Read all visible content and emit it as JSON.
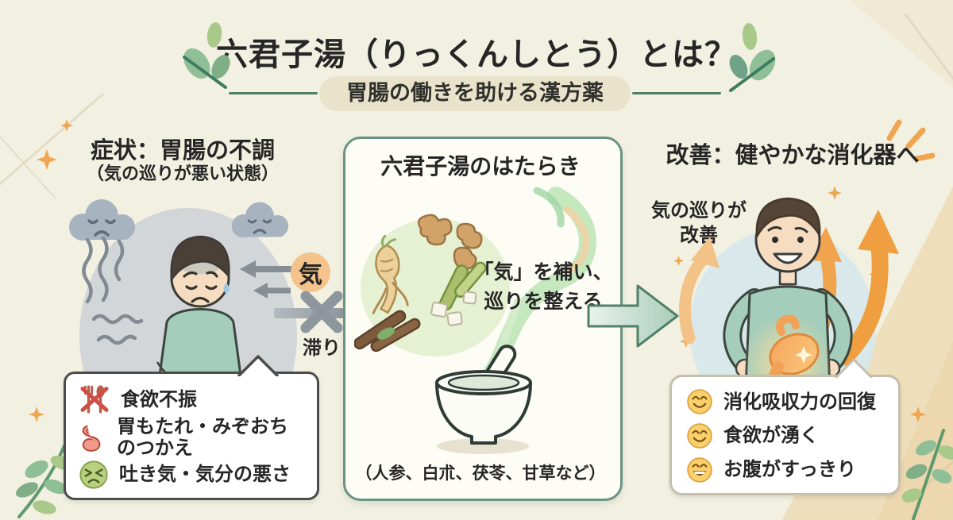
{
  "title": "六君子湯（りっくんしとう）とは？",
  "badge": "胃腸の働きを助ける漢方薬",
  "left": {
    "heading": "症状：胃腸の不調",
    "subheading": "（気の巡りが悪い状態）",
    "ki_label": "気",
    "stagnation_label": "滞り",
    "symptoms": [
      {
        "icon": "no-appetite-icon",
        "text": "食欲不振"
      },
      {
        "icon": "stomach-icon",
        "text": "胃もたれ・みぞおちのつかえ"
      },
      {
        "icon": "nausea-face-icon",
        "text": "吐き気・気分の悪さ"
      }
    ]
  },
  "center": {
    "heading": "六君子湯のはたらき",
    "effect_line1": "「気」を補い、",
    "effect_line2": "巡りを整える",
    "ingredients_note": "（人参、白朮、茯苓、甘草など）"
  },
  "right": {
    "heading": "改善：健やかな消化器へ",
    "flow_label_line1": "気の巡りが",
    "flow_label_line2": "改善",
    "benefits": [
      {
        "icon": "smile-face-icon",
        "text": "消化吸収力の回復"
      },
      {
        "icon": "smile-face-icon",
        "text": "食欲が湧く"
      },
      {
        "icon": "grin-face-icon",
        "text": "お腹がすっきり"
      }
    ]
  },
  "colors": {
    "background": "#f2f0e1",
    "beige_corner": "#eedbb5",
    "accent_green": "#4f8068",
    "card_border": "#6b9384",
    "accent_orange": "#f0a54f",
    "ki_badge_bg": "#f4c28b",
    "sweater_teal": "#a5cdbb",
    "gray_circle": "#cdd2d6",
    "blue_circle": "#d6e8ec",
    "text": "#262626"
  }
}
